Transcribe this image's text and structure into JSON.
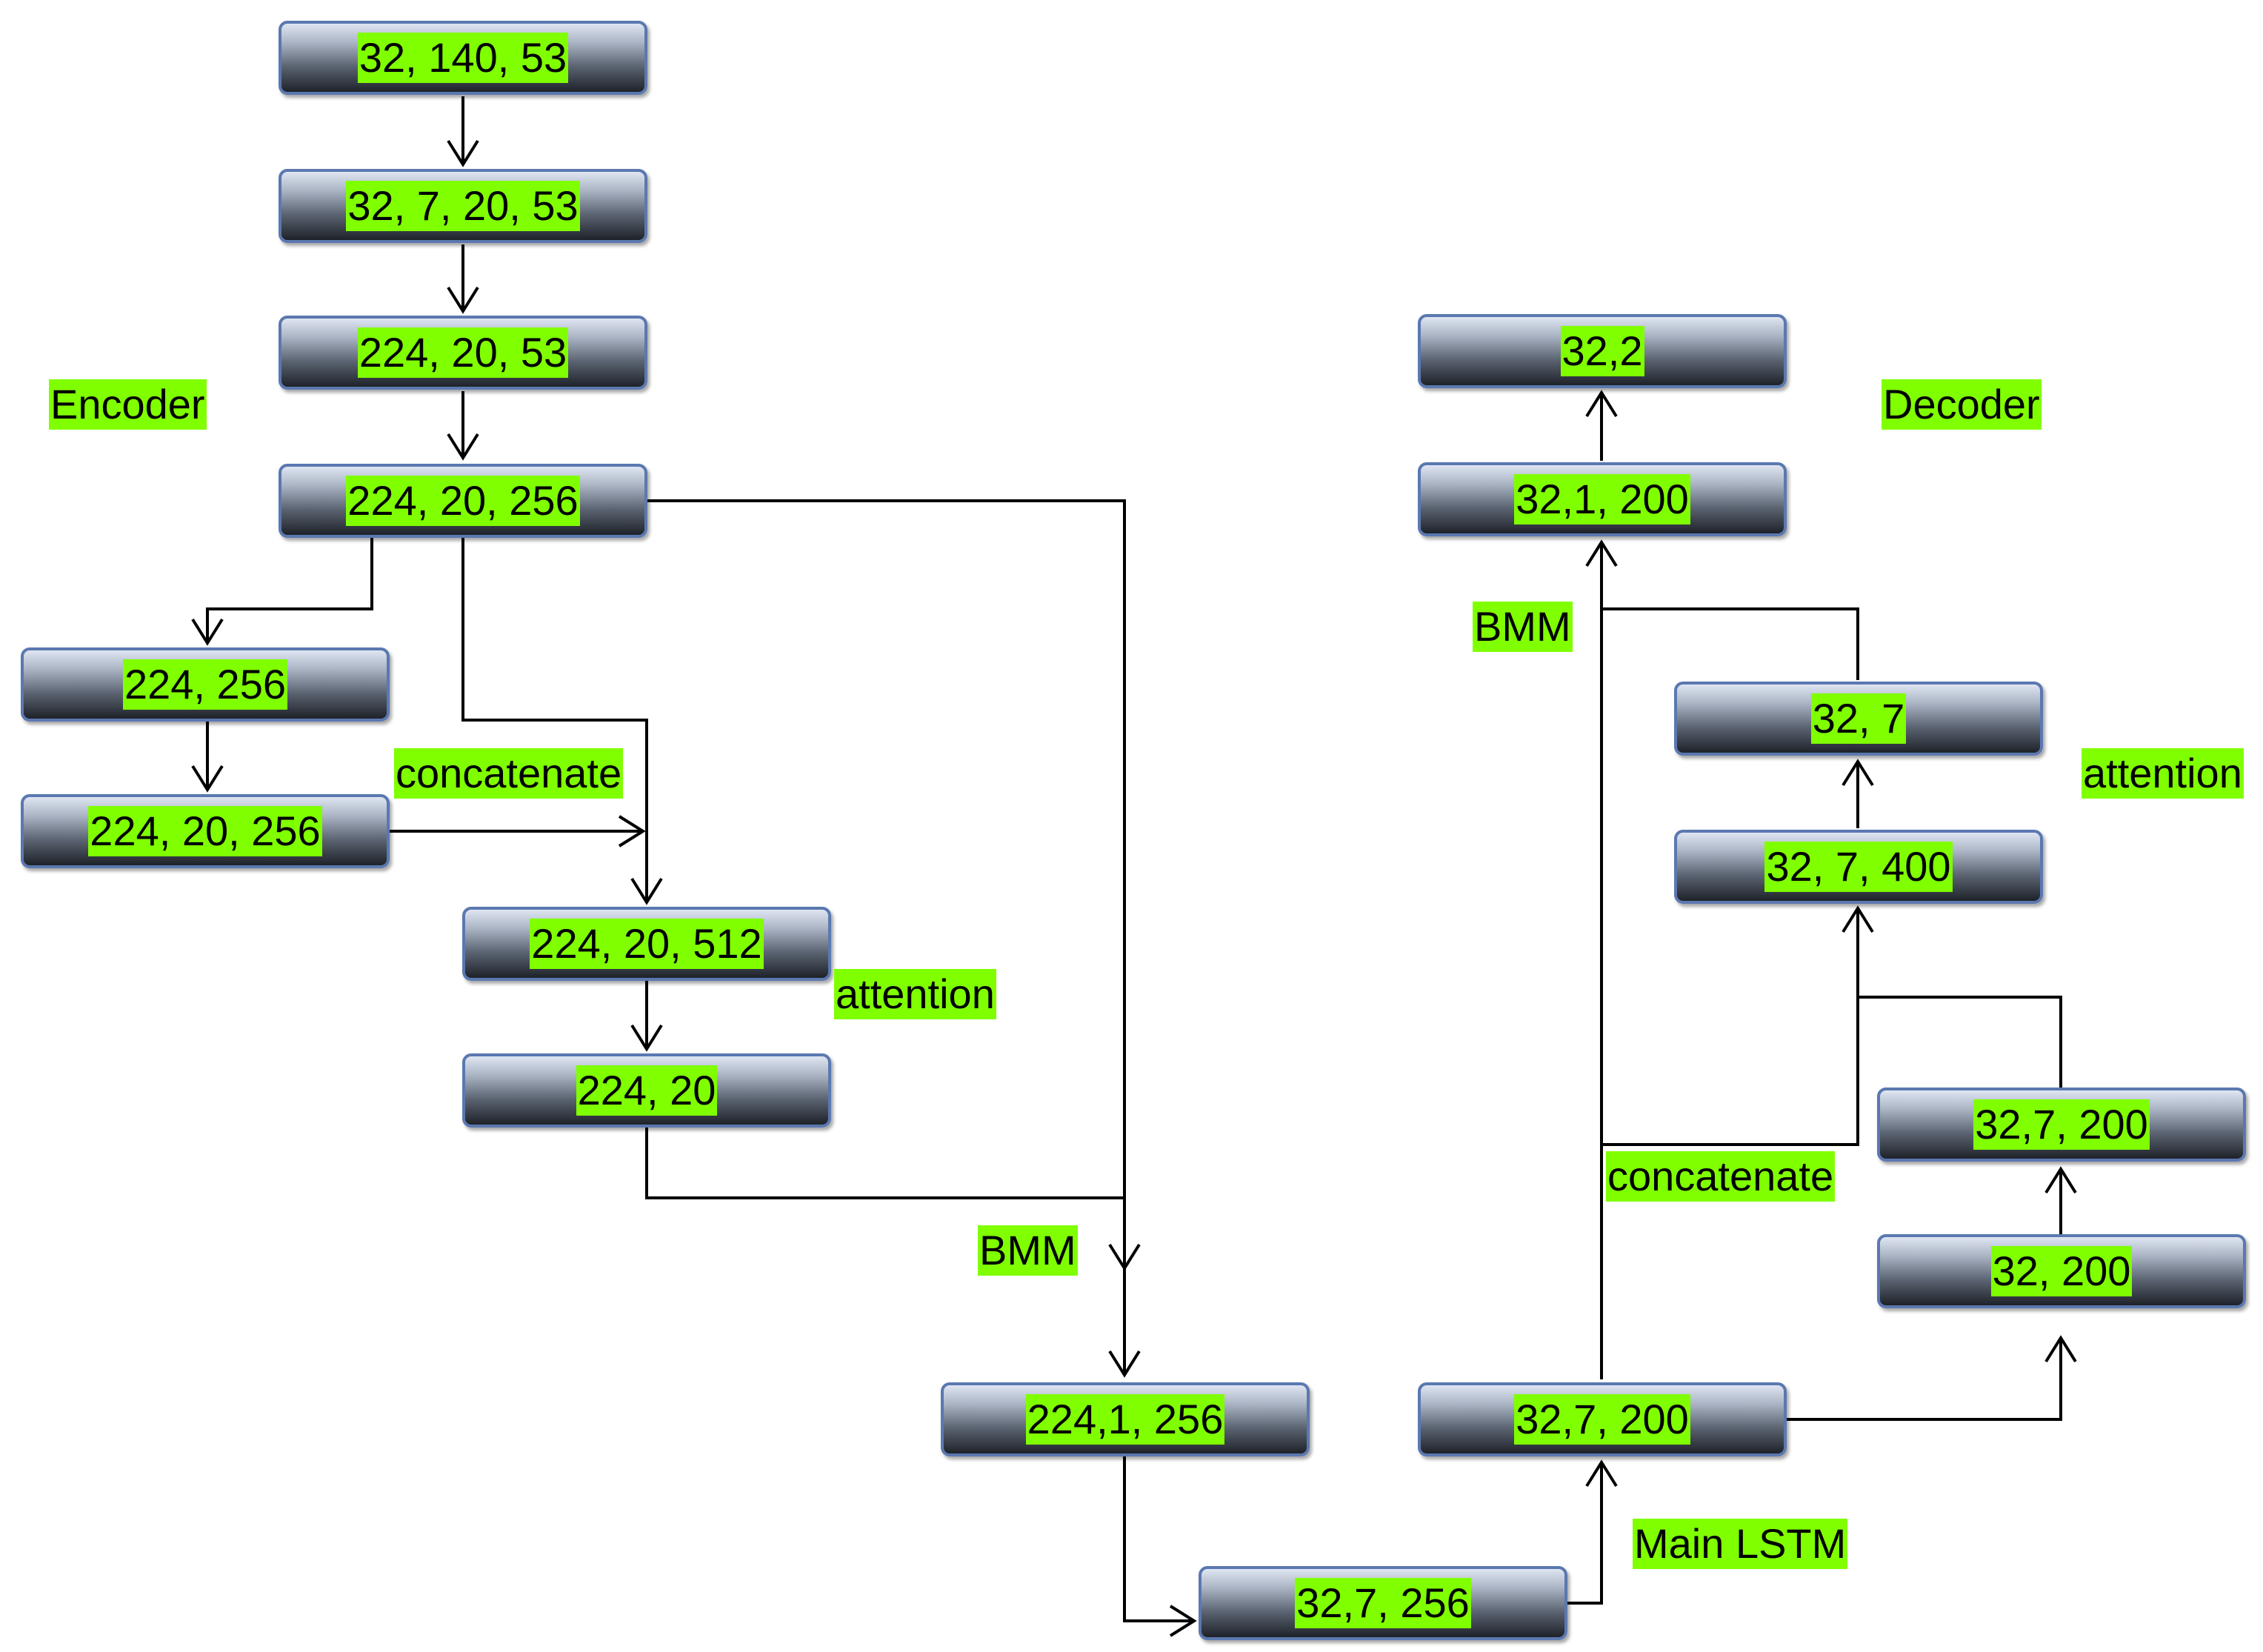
{
  "nodes": {
    "n_32_140_53": "32, 140, 53",
    "n_32_7_20_53": "32, 7, 20, 53",
    "n_224_20_53": "224, 20, 53",
    "n_224_20_256_a": "224, 20, 256",
    "n_224_256": "224, 256",
    "n_224_20_256_b": "224, 20, 256",
    "n_224_20_512": "224, 20, 512",
    "n_224_20": "224, 20",
    "n_224_1_256": "224,1, 256",
    "n_32_7_256": "32,7, 256",
    "n_32_7_200_main": "32,7, 200",
    "n_32_200": "32, 200",
    "n_32_7_200_b": "32,7, 200",
    "n_32_7_400": "32, 7, 400",
    "n_32_7": "32, 7",
    "n_32_1_200": "32,1, 200",
    "n_32_2": "32,2"
  },
  "labels": {
    "encoder": "Encoder",
    "decoder": "Decoder",
    "concatenate_enc": "concatenate",
    "attention_enc": "attention",
    "bmm_enc": "BMM",
    "main_lstm": "Main LSTM",
    "concatenate_dec": "concatenate",
    "attention_dec": "attention",
    "bmm_dec": "BMM"
  },
  "colors": {
    "label_highlight": "#80ff00",
    "node_border": "#5b78b0",
    "edge": "#000000"
  }
}
